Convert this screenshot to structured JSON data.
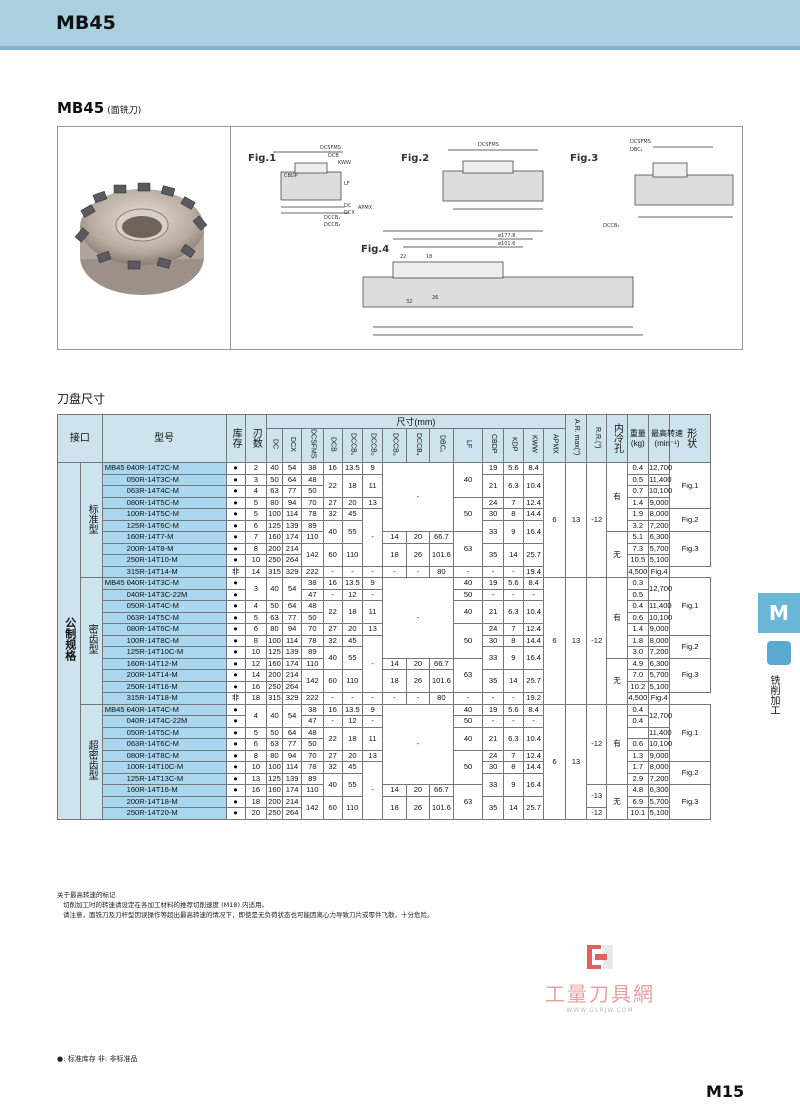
{
  "header": {
    "title": "MB45"
  },
  "section": {
    "title": "MB45",
    "subtitle": "(面铣刀)"
  },
  "figures": {
    "labels": [
      "Fig.1",
      "Fig.2",
      "Fig.3",
      "Fig.4"
    ],
    "dims": [
      "DCSFMS",
      "DCB",
      "KWW",
      "KDP",
      "CBDP",
      "LF",
      "DC",
      "DCX",
      "APMX",
      "DCCB₁",
      "DCCB₂",
      "DBC₁",
      "DCCB₄",
      "ø177.8",
      "ø101.6",
      "22",
      "18",
      "32",
      "26"
    ]
  },
  "table_title": "刀盘尺寸",
  "table": {
    "headers": {
      "interface": "接口",
      "model": "型号",
      "stock": "库存",
      "teeth": "刃数",
      "dims_group": "尺寸(mm)",
      "dim_cols": [
        "DC",
        "DCX",
        "DCSFMS",
        "DCB",
        "DCCB₁",
        "DCCB₂",
        "DCCB₃",
        "DCCB₄",
        "DBC₁",
        "LF",
        "CBDP",
        "KDP",
        "KWW",
        "APMX"
      ],
      "ar_max": "A.R. max(°)",
      "rr": "R.R.(°)",
      "coolant": "内冷孔",
      "weight": "重量 (kg)",
      "max_speed": "最高转速 (min⁻¹)",
      "shape": "形状"
    },
    "interface_label": "公制规格",
    "prefix": "MB45 -",
    "groups": [
      {
        "name": "标准型",
        "rows": [
          {
            "model": "040R-14T2C-M",
            "stock": "●",
            "z": "2",
            "dc": "40",
            "dcx": "54",
            "dcsfms": "38",
            "dcb": "16",
            "dccb1": "13.5",
            "dccb2": "9",
            "lf": "",
            "cbdp": "19",
            "kdp": "5.6",
            "kww": "8.4",
            "wt": "0.4",
            "speed": "12,700"
          },
          {
            "model": "050R-14T3C-M",
            "stock": "●",
            "z": "3",
            "dc": "50",
            "dcx": "64",
            "dcsfms": "48",
            "wt": "0.5",
            "speed": "11,400"
          },
          {
            "model": "063R-14T4C-M",
            "stock": "●",
            "z": "4",
            "dc": "63",
            "dcx": "77",
            "dcsfms": "50",
            "wt": "0.7",
            "speed": "10,100"
          },
          {
            "model": "080R-14T5C-M",
            "stock": "●",
            "z": "5",
            "dc": "80",
            "dcx": "94",
            "dcsfms": "70",
            "dcb": "27",
            "dccb1": "20",
            "dccb2": "13",
            "cbdp": "24",
            "kdp": "7",
            "kww": "12.4",
            "wt": "1.4",
            "speed": "9,000"
          },
          {
            "model": "100R-14T5C-M",
            "stock": "●",
            "z": "5",
            "dc": "100",
            "dcx": "114",
            "dcsfms": "78",
            "dcb": "32",
            "dccb1": "45",
            "cbdp": "30",
            "kdp": "8",
            "kww": "14.4",
            "wt": "1.9",
            "speed": "8,000"
          },
          {
            "model": "125R-14T6C-M",
            "stock": "●",
            "z": "6",
            "dc": "125",
            "dcx": "139",
            "dcsfms": "89",
            "wt": "3.2",
            "speed": "7,200"
          },
          {
            "model": "160R-14T7-M",
            "stock": "●",
            "z": "7",
            "dc": "160",
            "dcx": "174",
            "dcsfms": "110",
            "wt": "5.1",
            "speed": "6,300"
          },
          {
            "model": "200R-14T8-M",
            "stock": "●",
            "z": "8",
            "dc": "200",
            "dcx": "214",
            "wt": "7.3",
            "speed": "5,700"
          },
          {
            "model": "250R-14T10-M",
            "stock": "●",
            "z": "10",
            "dc": "250",
            "dcx": "264",
            "wt": "10.5",
            "speed": "5,100"
          },
          {
            "model": "315R-14T14-M",
            "stock": "非",
            "z": "14",
            "dc": "315",
            "dcx": "329",
            "dcsfms": "222",
            "wt": "19.4",
            "speed": "4,500"
          }
        ]
      },
      {
        "name": "密齿型",
        "rows": [
          {
            "model": "040R-14T3C-M",
            "stock": "●",
            "dcsfms": "38",
            "wt": "0.3"
          },
          {
            "model": "040R-14T3C-22M",
            "stock": "●",
            "dcsfms": "47",
            "wt": "0.5"
          },
          {
            "model": "050R-14T4C-M",
            "stock": "●",
            "z": "4",
            "dc": "50",
            "dcx": "64",
            "dcsfms": "48",
            "wt": "0.4",
            "speed": "11,400"
          },
          {
            "model": "063R-14T5C-M",
            "stock": "●",
            "z": "5",
            "dc": "63",
            "dcx": "77",
            "dcsfms": "50",
            "wt": "0.6",
            "speed": "10,100"
          },
          {
            "model": "080R-14T6C-M",
            "stock": "●",
            "z": "6",
            "dc": "80",
            "dcx": "94",
            "dcsfms": "70",
            "wt": "1.4",
            "speed": "9,000"
          },
          {
            "model": "100R-14T8C-M",
            "stock": "●",
            "z": "8",
            "dc": "100",
            "dcx": "114",
            "dcsfms": "78",
            "wt": "1.8",
            "speed": "8,000"
          },
          {
            "model": "125R-14T10C-M",
            "stock": "●",
            "z": "10",
            "dc": "125",
            "dcx": "139",
            "dcsfms": "89",
            "wt": "3.0",
            "speed": "7,200"
          },
          {
            "model": "160R-14T12-M",
            "stock": "●",
            "z": "12",
            "dc": "160",
            "dcx": "174",
            "dcsfms": "110",
            "wt": "4.9",
            "speed": "6,300"
          },
          {
            "model": "200R-14T14-M",
            "stock": "●",
            "z": "14",
            "dc": "200",
            "dcx": "214",
            "wt": "7.0",
            "speed": "5,700"
          },
          {
            "model": "250R-14T16-M",
            "stock": "●",
            "z": "16",
            "dc": "250",
            "dcx": "264",
            "wt": "10.2",
            "speed": "5,100"
          },
          {
            "model": "315R-14T18-M",
            "stock": "非",
            "z": "18",
            "dc": "315",
            "dcx": "329",
            "dcsfms": "222",
            "wt": "19.2",
            "speed": "4,500"
          }
        ]
      },
      {
        "name": "超密齿型",
        "rows": [
          {
            "model": "040R-14T4C-M",
            "stock": "●",
            "dcsfms": "38"
          },
          {
            "model": "040R-14T4C-22M",
            "stock": "●",
            "dcsfms": "47"
          },
          {
            "model": "050R-14T5C-M",
            "stock": "●",
            "z": "5",
            "dc": "50",
            "dcx": "64",
            "dcsfms": "48",
            "wt": "",
            "speed": "11,400"
          },
          {
            "model": "063R-14T6C-M",
            "stock": "●",
            "z": "6",
            "dc": "63",
            "dcx": "77",
            "dcsfms": "50",
            "wt": "0.6",
            "speed": "10,100"
          },
          {
            "model": "080R-14T8C-M",
            "stock": "●",
            "z": "8",
            "dc": "80",
            "dcx": "94",
            "dcsfms": "70",
            "wt": "1.3",
            "speed": "9,000"
          },
          {
            "model": "100R-14T10C-M",
            "stock": "●",
            "z": "10",
            "dc": "100",
            "dcx": "114",
            "dcsfms": "78",
            "wt": "1.7",
            "speed": "8,000"
          },
          {
            "model": "125R-14T13C-M",
            "stock": "●",
            "z": "13",
            "dc": "125",
            "dcx": "139",
            "dcsfms": "89",
            "wt": "2.9",
            "speed": "7,200"
          },
          {
            "model": "160R-14T16-M",
            "stock": "●",
            "z": "16",
            "dc": "160",
            "dcx": "174",
            "dcsfms": "110",
            "wt": "4.8",
            "speed": "6,300"
          },
          {
            "model": "200R-14T18-M",
            "stock": "●",
            "z": "18",
            "dc": "200",
            "dcx": "214",
            "wt": "6.9",
            "speed": "5,700"
          },
          {
            "model": "250R-14T20-M",
            "stock": "●",
            "z": "20",
            "dc": "250",
            "dcx": "264",
            "wt": "10.1",
            "speed": "5,100"
          }
        ]
      }
    ],
    "common": {
      "dash": "-",
      "v22": "22",
      "v18": "18",
      "v11": "11",
      "v12": "12",
      "v40": "40",
      "v50": "50",
      "v55": "55",
      "v60": "60",
      "v63": "63",
      "v80": "80",
      "v110": "110",
      "v142": "142",
      "v14": "14",
      "v20": "20",
      "v667": "66.7",
      "v26": "26",
      "v1016": "101.6",
      "v21": "21",
      "v63b": "6.3",
      "v104": "10.4",
      "v33": "33",
      "v9": "9",
      "v164": "16.4",
      "v35": "35",
      "v257": "25.7",
      "v6": "6",
      "v13": "13",
      "v_12": "-12",
      "v_13": "-13",
      "you": "有",
      "wu": "无",
      "fig1": "Fig.1",
      "fig2": "Fig.2",
      "fig3": "Fig.3",
      "fig4": "Fig.4",
      "v12700": "12,700",
      "v04": "0.4",
      "v135": "13.5",
      "v16": "16",
      "v19": "19",
      "v56": "5.6",
      "v84": "8.4",
      "v3": "3",
      "v40dc": "40",
      "v54": "54",
      "v4": "4",
      "v27": "27",
      "v13b": "13",
      "v24": "24",
      "v7": "7",
      "v124": "12.4",
      "v32": "32",
      "v45": "45",
      "v30": "30",
      "v8": "8",
      "v144": "14.4"
    }
  },
  "notes": [
    "关于最高转速的标记",
    "切削加工时的转速请设定在各加工材料的推荐切削速度 (M18) 内适用。",
    "请注意，面铣刀及刀杆型因误操作等超出最高转速的情况下，即使是无负荷状态也可能因离心力导致刀片或零件飞散，十分危险。"
  ],
  "legend": "●: 标准库存   非: 非标准品",
  "watermark": {
    "text": "工量刀具網",
    "url": "WWW.GLRJW.COM"
  },
  "side_tab": {
    "letter": "M",
    "label": "铣削加工"
  },
  "page_number": "M15"
}
